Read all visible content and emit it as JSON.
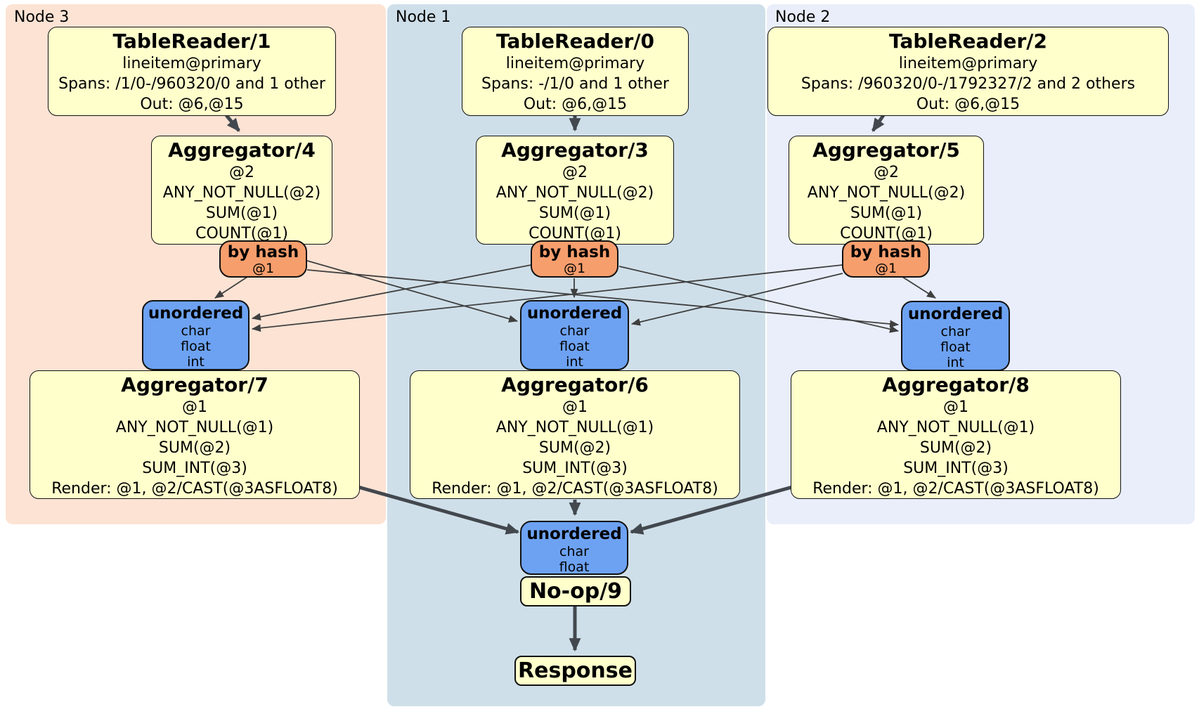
{
  "nodes": [
    {
      "label": "Node 3",
      "table_reader": {
        "title": "TableReader/1",
        "lines": [
          "lineitem@primary",
          "Spans: /1/0-/960320/0 and 1 other",
          "Out: @6,@15"
        ]
      },
      "aggregator_upper": {
        "title": "Aggregator/4",
        "lines": [
          "@2",
          "ANY_NOT_NULL(@2)",
          "SUM(@1)",
          "COUNT(@1)"
        ]
      },
      "router": {
        "label": "by hash",
        "key": "@1"
      },
      "synchronizer": {
        "label": "unordered",
        "columns": [
          "char",
          "float",
          "int"
        ]
      },
      "aggregator_lower": {
        "title": "Aggregator/7",
        "lines": [
          "@1",
          "ANY_NOT_NULL(@1)",
          "SUM(@2)",
          "SUM_INT(@3)",
          "Render: @1, @2/CAST(@3ASFLOAT8)"
        ]
      }
    },
    {
      "label": "Node 1",
      "table_reader": {
        "title": "TableReader/0",
        "lines": [
          "lineitem@primary",
          "Spans: -/1/0 and 1 other",
          "Out: @6,@15"
        ]
      },
      "aggregator_upper": {
        "title": "Aggregator/3",
        "lines": [
          "@2",
          "ANY_NOT_NULL(@2)",
          "SUM(@1)",
          "COUNT(@1)"
        ]
      },
      "router": {
        "label": "by hash",
        "key": "@1"
      },
      "synchronizer": {
        "label": "unordered",
        "columns": [
          "char",
          "float",
          "int"
        ]
      },
      "aggregator_lower": {
        "title": "Aggregator/6",
        "lines": [
          "@1",
          "ANY_NOT_NULL(@1)",
          "SUM(@2)",
          "SUM_INT(@3)",
          "Render: @1, @2/CAST(@3ASFLOAT8)"
        ]
      }
    },
    {
      "label": "Node 2",
      "table_reader": {
        "title": "TableReader/2",
        "lines": [
          "lineitem@primary",
          "Spans: /960320/0-/1792327/2 and 2 others",
          "Out: @6,@15"
        ]
      },
      "aggregator_upper": {
        "title": "Aggregator/5",
        "lines": [
          "@2",
          "ANY_NOT_NULL(@2)",
          "SUM(@1)",
          "COUNT(@1)"
        ]
      },
      "router": {
        "label": "by hash",
        "key": "@1"
      },
      "synchronizer": {
        "label": "unordered",
        "columns": [
          "char",
          "float",
          "int"
        ]
      },
      "aggregator_lower": {
        "title": "Aggregator/8",
        "lines": [
          "@1",
          "ANY_NOT_NULL(@1)",
          "SUM(@2)",
          "SUM_INT(@3)",
          "Render: @1, @2/CAST(@3ASFLOAT8)"
        ]
      }
    }
  ],
  "final": {
    "synchronizer": {
      "label": "unordered",
      "columns": [
        "char",
        "float"
      ]
    },
    "noop_label": "No-op/9",
    "response_label": "Response"
  },
  "colors": {
    "node1_bg": "#cfdfe9",
    "node2_bg": "#e9eefa",
    "node3_bg": "#fce3d4",
    "processor_fill": "#ffffcc",
    "router_fill": "#f79e6d",
    "sync_fill": "#6da2f2",
    "edge_thin": "#3f3f3f",
    "edge_thick": "#42484e"
  }
}
